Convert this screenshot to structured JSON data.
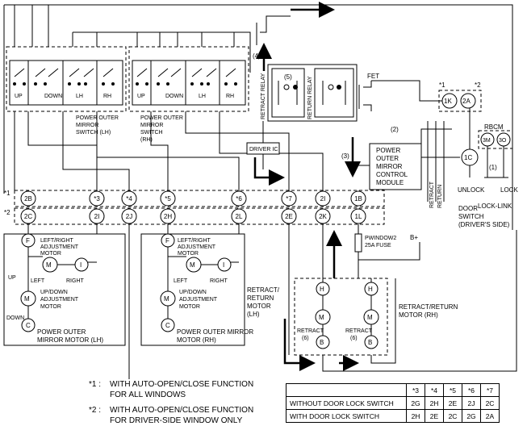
{
  "switches": {
    "lh_label": "POWER OUTER MIRROR SWITCH (LH)",
    "lh_lines": [
      "POWER OUTER",
      "MIRROR",
      "SWITCH (LH)"
    ],
    "rh_lines": [
      "POWER OUTER",
      "MIRROR",
      "SWITCH",
      "(RH)"
    ],
    "up": "UP",
    "down": "DOWN",
    "lh": "LH",
    "rh": "RH"
  },
  "relays": {
    "retract": "RETRACT RELAY",
    "return": "RETURN RELAY",
    "fet": "FET",
    "driver_ic": "DRIVER IC",
    "callout_4": "(4)",
    "callout_5": "(5)",
    "callout_2": "(2)",
    "callout_3": "(3)",
    "callout_1": "(1)",
    "callout_6": "(6)"
  },
  "module": {
    "lines": [
      "POWER",
      "OUTER",
      "MIRROR",
      "CONTROL",
      "MODULE"
    ],
    "retract": "RETRACT",
    "return": "RETURN"
  },
  "rbcm": {
    "title": "RBCM",
    "pins": [
      "3M",
      "3O"
    ],
    "unlock": "UNLOCK",
    "lock": "LOCK",
    "lock_link": "LOCK-LINK",
    "door_switch": [
      "DOOR",
      "SWITCH",
      "(DRIVER'S SIDE)"
    ]
  },
  "top_pins": {
    "k1": "1K",
    "a2": "2A",
    "c1": "1C",
    "note1": "*1",
    "note2": "*2"
  },
  "connector_rows": {
    "row1_marker": "*1",
    "row2_marker": "*2",
    "row1": [
      "2B",
      "*3",
      "*4",
      "*5",
      "*6",
      "*7",
      "2I",
      "1B"
    ],
    "row2": [
      "2C",
      "2I",
      "2J",
      "2H",
      "2L",
      "2E",
      "2K",
      "1L"
    ]
  },
  "fuse": {
    "lines": [
      "PWINDOW2",
      "25A FUSE"
    ],
    "bplus": "B+"
  },
  "motor_lh": {
    "pins": {
      "f": "F",
      "i": "I",
      "c": "C"
    },
    "lr_lines": [
      "LEFT/RIGHT",
      "ADJUSTMENT",
      "MOTOR"
    ],
    "ud_lines": [
      "UP/DOWN",
      "ADJUSTMENT",
      "MOTOR"
    ],
    "left": "LEFT",
    "right": "RIGHT",
    "up": "UP",
    "down": "DOWN",
    "name_lines": [
      "POWER OUTER",
      "MIRROR MOTOR (LH)"
    ]
  },
  "motor_rh": {
    "pins": {
      "f": "F",
      "i": "I",
      "c": "C"
    },
    "lr_lines": [
      "LEFT/RIGHT",
      "ADJUSTMENT",
      "MOTOR"
    ],
    "ud_lines": [
      "UP/DOWN",
      "ADJUSTMENT",
      "MOTOR"
    ],
    "left": "LEFT",
    "right": "RIGHT",
    "name_lines": [
      "POWER OUTER MIRROR",
      "MOTOR (RH)"
    ]
  },
  "retract_motors": {
    "lh_lines": [
      "RETRACT/",
      "RETURN",
      "MOTOR",
      "(LH)"
    ],
    "rh_lines": [
      "RETRACT/RETURN",
      "MOTOR (RH)"
    ],
    "retract": "RETRACT",
    "six": "(6)",
    "h": "H",
    "b": "B",
    "m": "M"
  },
  "notes": [
    {
      "key": "*1 :",
      "lines": [
        "WITH AUTO-OPEN/CLOSE FUNCTION",
        "FOR ALL WINDOWS"
      ]
    },
    {
      "key": "*2 :",
      "lines": [
        "WITH AUTO-OPEN/CLOSE FUNCTION",
        "FOR DRIVER-SIDE WINDOW ONLY"
      ]
    }
  ],
  "table": {
    "headers": [
      "*3",
      "*4",
      "*5",
      "*6",
      "*7"
    ],
    "rows": [
      {
        "label": "WITHOUT DOOR LOCK SWITCH",
        "cells": [
          "2G",
          "2H",
          "2E",
          "2J",
          "2C"
        ]
      },
      {
        "label": "WITH DOOR LOCK SWITCH",
        "cells": [
          "2H",
          "2E",
          "2C",
          "2G",
          "2A"
        ]
      }
    ]
  }
}
